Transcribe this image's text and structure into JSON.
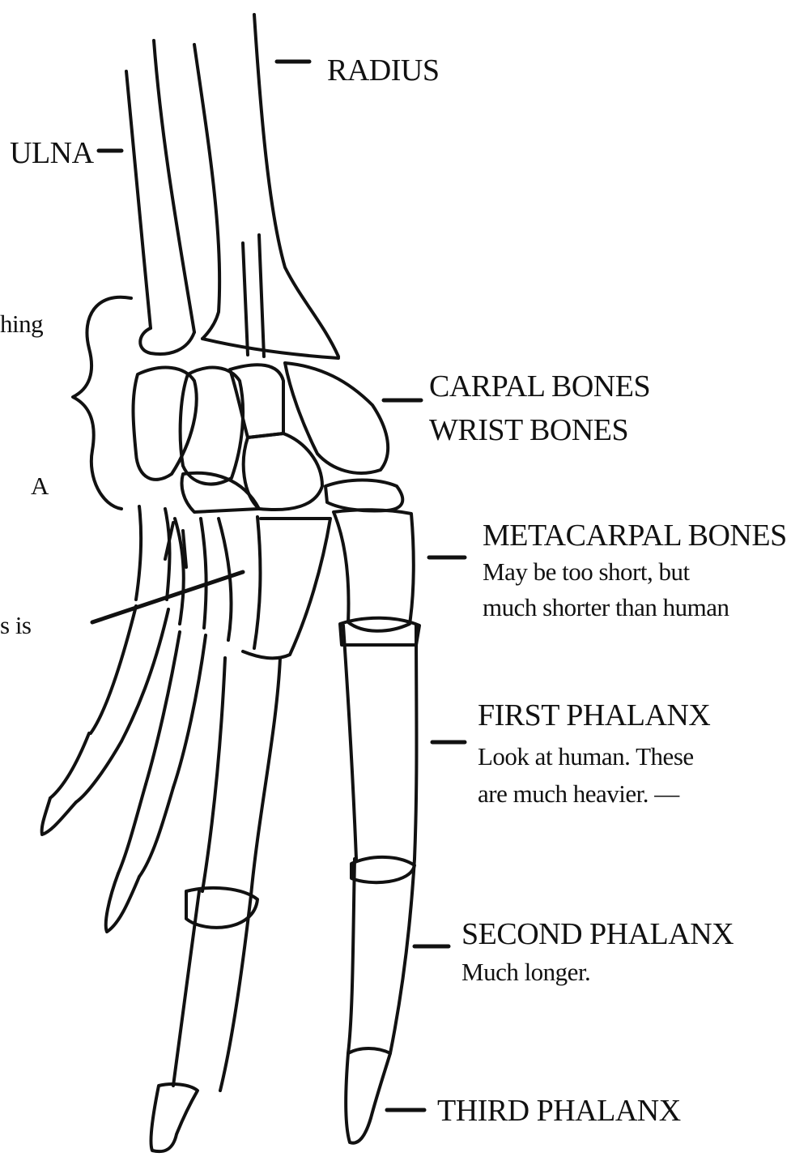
{
  "labels": {
    "radius": "RADIUS",
    "ulna": "ULNA",
    "carpal": {
      "title": "CARPAL BONES",
      "subtitle": "WRIST BONES"
    },
    "metacarpal": {
      "title": "METACARPAL BONES",
      "note_line1": "May be too short, but",
      "note_line2": "much shorter than human"
    },
    "first_phalanx": {
      "title": "FIRST PHALANX",
      "note_line1": "Look at human. These",
      "note_line2": "are much heavier. —"
    },
    "second_phalanx": {
      "title": "SECOND PHALANX",
      "note": "Much longer."
    },
    "third_phalanx": {
      "title": "THIRD PHALANX"
    },
    "left_fragments": {
      "f1": "hing",
      "f2": "A",
      "f3": "s is"
    }
  }
}
